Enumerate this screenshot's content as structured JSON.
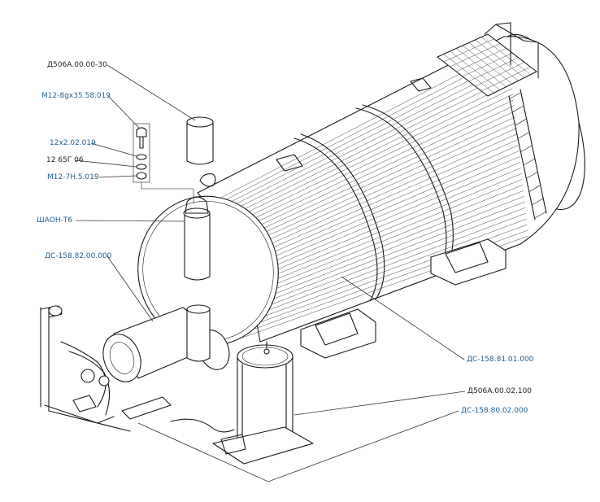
{
  "colors": {
    "link": "#1f5e8c",
    "plain": "#222222",
    "leader": "#333333",
    "ink": "#1a1a1a"
  },
  "callouts": [
    {
      "id": "d506a-00-00-30",
      "text": "Д506А.00.00-30",
      "link": false
    },
    {
      "id": "m12-8gx35",
      "text": "М12-8gх35.58.019",
      "link": true
    },
    {
      "id": "washer-12x2",
      "text": "12х2.02.019",
      "link": true
    },
    {
      "id": "washer-12-65g",
      "text": "12 65Г 06",
      "link": false
    },
    {
      "id": "nut-m12",
      "text": "М12-7Н.5.019",
      "link": true
    },
    {
      "id": "shaon-t6",
      "text": "ШАОН-Т6",
      "link": true
    },
    {
      "id": "ds-158-82",
      "text": "ДС-158.82.00.000",
      "link": true
    },
    {
      "id": "ds-158-81",
      "text": "ДС-158.81.01.000",
      "link": true
    },
    {
      "id": "d506a-00-02-100",
      "text": "Д506А.00.02.100",
      "link": false
    },
    {
      "id": "ds-158-80",
      "text": "ДС-158.80.02.000",
      "link": true
    }
  ]
}
